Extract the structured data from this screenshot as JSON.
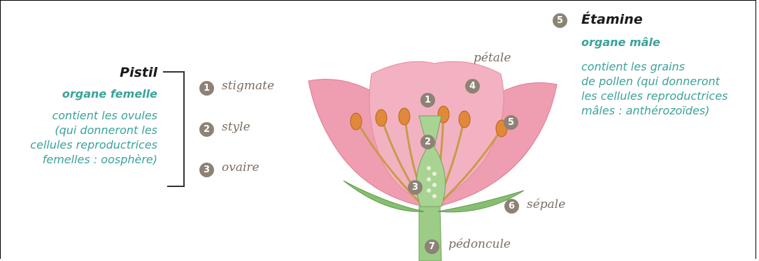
{
  "pistil": {
    "title": "Pistil",
    "subtitle": "organe femelle",
    "description": [
      "contient les ovules",
      "(qui donneront les",
      "cellules reproductrices",
      "femelles : oosphère)"
    ],
    "parts": [
      {
        "number": "1",
        "label": "stigmate"
      },
      {
        "number": "2",
        "label": "style"
      },
      {
        "number": "3",
        "label": "ovaire"
      }
    ]
  },
  "etamine": {
    "number": "5",
    "title": "Étamine",
    "subtitle": "organe mâle",
    "description": [
      "contient les grains",
      "de pollen (qui donneront",
      "les cellules reproductrices",
      "mâles : anthérozoïdes)"
    ]
  },
  "flower_labels": {
    "petale": {
      "number": "4",
      "label": "pétale"
    },
    "sepale": {
      "number": "6",
      "label": "sépale"
    },
    "pedoncule": {
      "number": "7",
      "label": "pédoncule"
    }
  },
  "colors": {
    "accent_teal": "#3aa39a",
    "badge_grey": "#8c8275",
    "petal_pink": "#ee8fa6",
    "stem_green": "#8fc27a"
  }
}
